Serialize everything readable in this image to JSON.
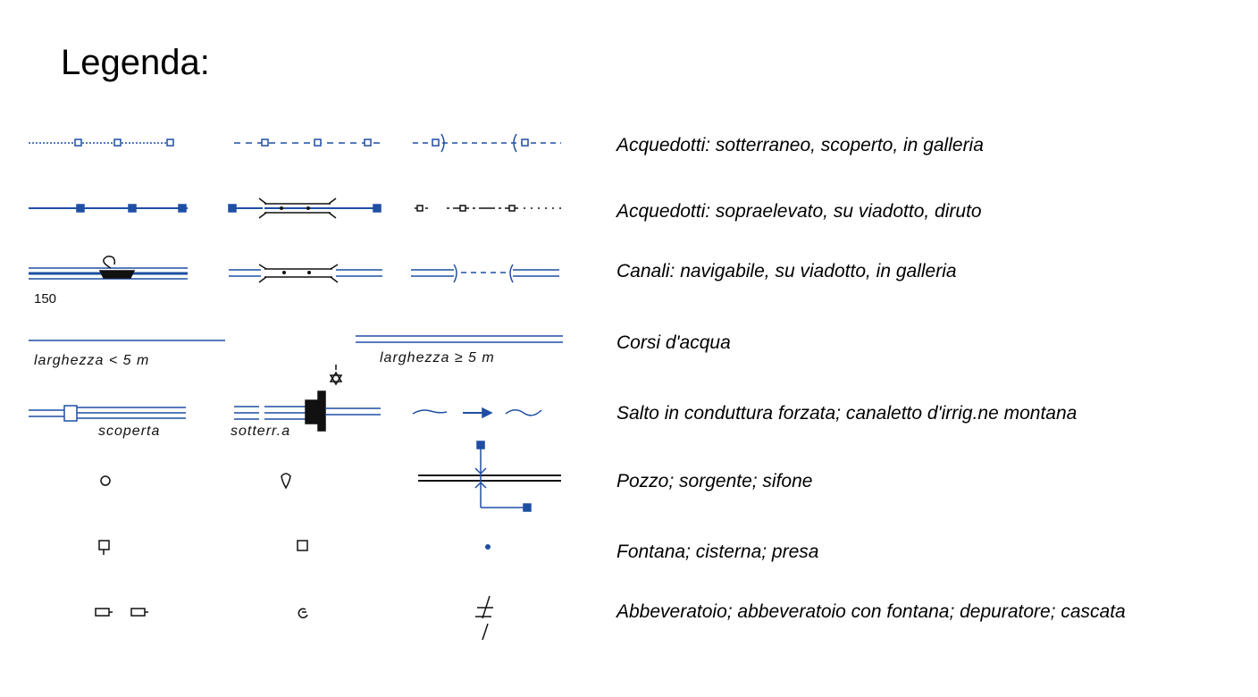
{
  "title": "Legenda:",
  "colors": {
    "water": "#1f4fa3",
    "text": "#000000",
    "symbol_dark": "#111111"
  },
  "rows": [
    {
      "description": "Acquedotti: sotterraneo, scoperto, in galleria"
    },
    {
      "description": "Acquedotti: sopraelevato, su viadotto, diruto"
    },
    {
      "description": "Canali: navigabile, su viadotto, in galleria"
    },
    {
      "description": "Corsi d'acqua"
    },
    {
      "description": "Salto in conduttura forzata; canaletto d'irrig.ne montana"
    },
    {
      "description": "Pozzo; sorgente; sifone"
    },
    {
      "description": "Fontana; cisterna; presa"
    },
    {
      "description": "Abbeveratoio; abbeveratoio con fontana; depuratore; cascata"
    }
  ],
  "symbol_labels": {
    "canal_number": "150",
    "width_small": "larghezza < 5 m",
    "width_large": "larghezza ≥ 5 m",
    "scoperta": "scoperta",
    "sotterranea": "sotterr.a"
  }
}
